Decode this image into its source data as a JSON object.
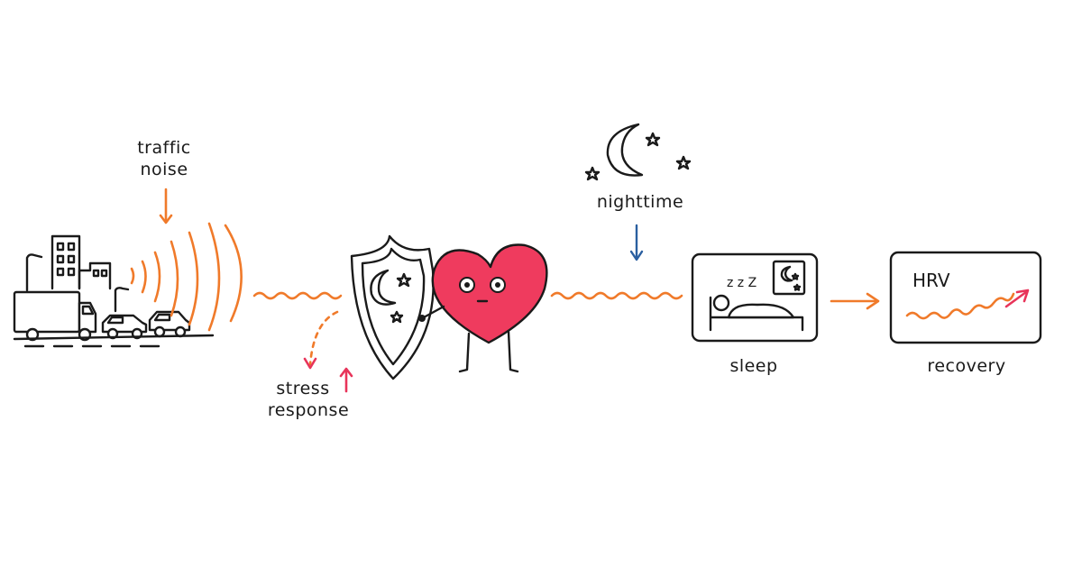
{
  "labels": {
    "traffic_line1": "traffic",
    "traffic_line2": "noise",
    "stress_line1": "stress",
    "stress_line2": "response",
    "nighttime": "nighttime",
    "sleep": "sleep",
    "hrv": "HRV",
    "recovery": "recovery",
    "zzz": "z z Z"
  },
  "colors": {
    "ink": "#1a1a1a",
    "noise_wave": "#f07a2a",
    "stress_arrow": "#f07a2a",
    "stress_up_arrow": "#e8345a",
    "heart": "#ef3b5e",
    "night_arrow": "#2a5fa0",
    "hrv_trend": "#ef3b5e"
  },
  "icons": [
    "city-traffic-icon",
    "shield-moon-icon",
    "heart-character-icon",
    "moon-stars-icon",
    "bed-sleep-icon",
    "hrv-wave-icon"
  ]
}
